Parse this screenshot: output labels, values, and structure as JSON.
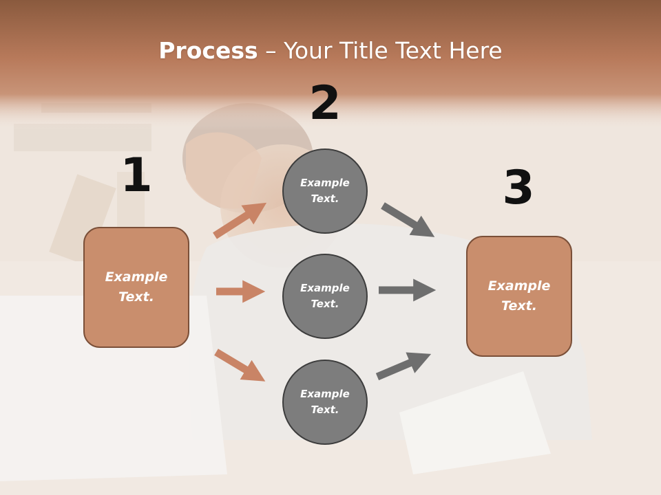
{
  "slide": {
    "title_bold": "Process",
    "title_rest": " – Your Title Text Here",
    "colors": {
      "header": "#b87a5b",
      "box_fill": "#c98e6d",
      "box_border": "#7a4f38",
      "circle_fill": "#7d7d7d",
      "circle_border": "#3d3d3d",
      "arrow_orange": "#c98466",
      "arrow_gray": "#6e6e6e"
    }
  },
  "steps": {
    "n1": "1",
    "n2": "2",
    "n3": "3"
  },
  "nodes": {
    "left_box": "Example\nText.",
    "circle_top": "Example\nText.",
    "circle_mid": "Example\nText.",
    "circle_bot": "Example\nText.",
    "right_box": "Example\nText."
  }
}
